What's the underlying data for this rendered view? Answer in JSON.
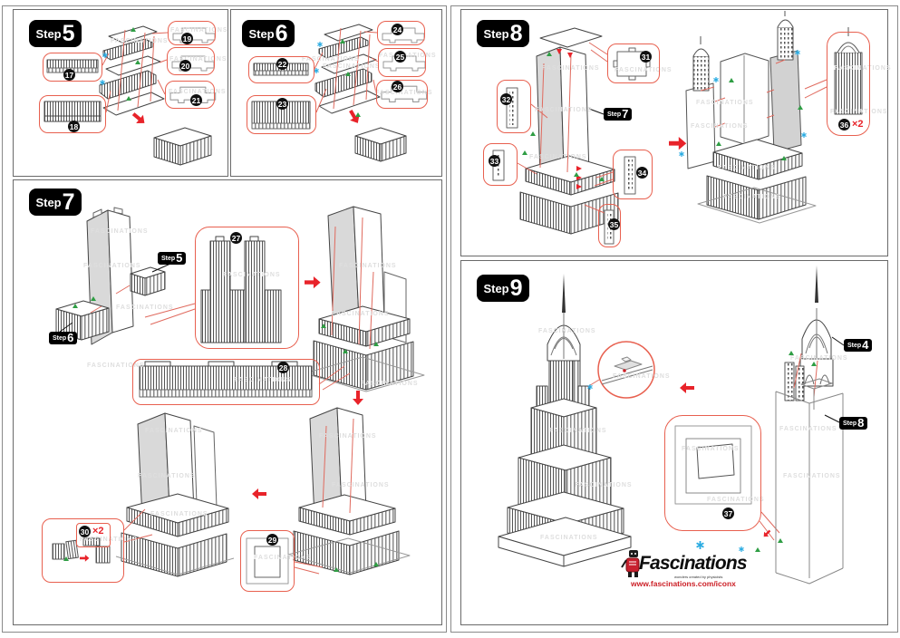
{
  "watermark": "FASCINATIONS",
  "multiplier": "×2",
  "step_word": "Step",
  "badges": {
    "s5": "5",
    "s6": "6",
    "s7": "7",
    "s8": "8",
    "s9": "9"
  },
  "refs": {
    "r4": "4",
    "r5": "5",
    "r6": "6",
    "r7": "7",
    "r8": "8"
  },
  "parts": {
    "p17": "17",
    "p18": "18",
    "p19": "19",
    "p20": "20",
    "p21": "21",
    "p22": "22",
    "p23": "23",
    "p24": "24",
    "p25": "25",
    "p26": "26",
    "p27": "27",
    "p28": "28",
    "p29": "29",
    "p30": "30",
    "p31": "31",
    "p32": "32",
    "p33": "33",
    "p34": "34",
    "p35": "35",
    "p36": "36",
    "p37": "37"
  },
  "logo": {
    "brand": "Fascinations",
    "tagline": "wonders created by physicists",
    "url": "www.fascinations.com/iconx"
  },
  "colors": {
    "callout_red": "#e8604f",
    "arrow_red": "#e8232a",
    "marker_green": "#2f9e44",
    "marker_blue": "#29abe2"
  }
}
